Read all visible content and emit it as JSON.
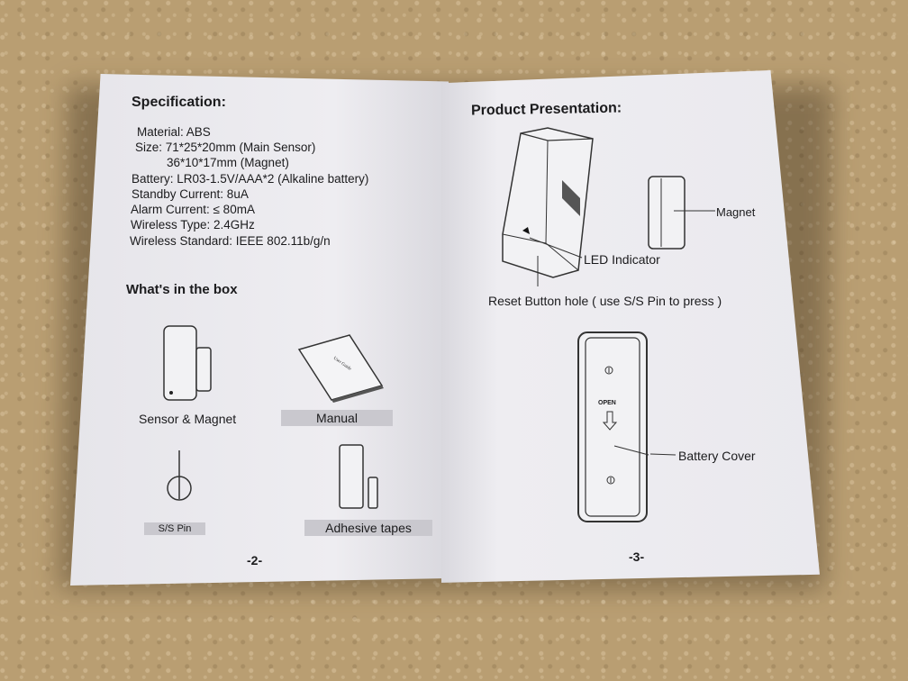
{
  "left_page": {
    "spec_title": "Specification:",
    "specs": [
      "Material: ABS",
      "Size: 71*25*20mm (Main Sensor)",
      "36*10*17mm (Magnet)",
      "Battery: LR03-1.5V/AAA*2  (Alkaline battery)",
      "Standby Current: 8uA",
      "Alarm Current: ≤ 80mA",
      "Wireless Type: 2.4GHz",
      "Wireless Standard:  IEEE 802.11b/g/n"
    ],
    "box_title": "What's in the box",
    "box_items": {
      "sensor_magnet": "Sensor & Magnet",
      "manual": "Manual",
      "pin": "S/S Pin",
      "tapes": "Adhesive tapes"
    },
    "manual_cover_text": "User Guide",
    "page_number": "-2-"
  },
  "right_page": {
    "title": "Product Presentation:",
    "labels": {
      "magnet": "Magnet",
      "led": "LED Indicator",
      "reset": "Reset Button hole ( use S/S Pin to press )",
      "battery_cover": "Battery Cover",
      "open": "OPEN"
    },
    "page_number": "-3-"
  }
}
